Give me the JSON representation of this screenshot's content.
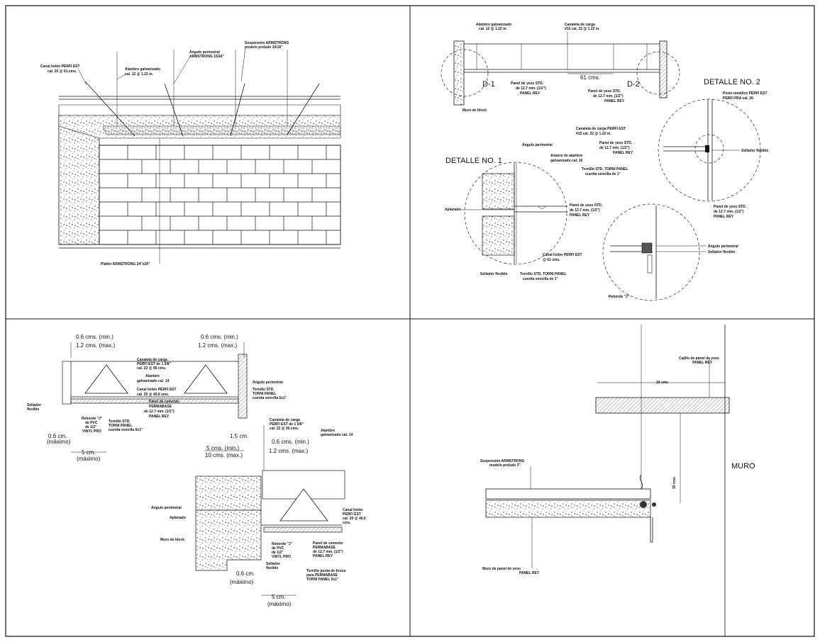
{
  "panel1": {
    "labels": {
      "canal": "Canal listón PERFI EST",
      "canal2": "cal. 20 @ 61 cms.",
      "alambre": "Alambre galvanizado",
      "alambre2": "cal. 12 @ 1.22 m.",
      "angulo": "Ángulo perimetral",
      "angulo2": "ARMSTRONG 15/16\"",
      "suspension": "Suspensión ARMSTRONG",
      "suspension2": "modelo prelude 15/16\"",
      "plafon": "Plafón ARMSTRONG 24\"x24\""
    }
  },
  "panel2": {
    "labels": {
      "alambre": "Alambre galvanizado",
      "alambre2": "cal. 12 @ 1.22 m.",
      "canaleta": "Canaleta de carga",
      "canaleta2": "#15 cal. 22 @ 1.22 m.",
      "d1": "D-1",
      "d2": "D-2",
      "dim61": "61 cms.",
      "panelyeso": "Panel de yeso STD.",
      "panelyeso2": "de 12.7 mm. (1/2\")",
      "panelyeso3": "PANEL REY",
      "panelyeso4": "Panel de yeso STD.",
      "panelyeso5": "de 12.7 mm. (1/2\")",
      "panelyeso6": "PANEL REY",
      "muro": "Muro de block",
      "detalle2": "DETALLE NO. 2",
      "detalle1": "DETALLE NO. 1",
      "poste": "Poste metálico PERFI EST",
      "poste2": "PERFI FRA cal. 26",
      "canaleta3": "Canaleta de carga PERFI EST",
      "canaleta4": "#15 cal. 22 @ 1.22 m.",
      "panel7": "Panel de yeso STD.",
      "panel8": "de 12.7 mm. (1/2\")",
      "panel9": "PANEL REY",
      "sellador": "Sellador flexible",
      "tornillo": "Tornillo STD. TORNI PANEL",
      "tornillo2": "cuerda sencilla de 1\"",
      "angulo": "Ángulo perimetral",
      "amarre": "Amarre de alambre",
      "amarre2": "galvanizado cal. 16",
      "aplanado": "Aplanado",
      "panel10": "Panel de yeso STD.",
      "panel11": "de 12.7 mm. (1/2\")",
      "panel12": "PANEL REY",
      "canalliston": "Canal listón PERFI EST",
      "canalliston2": "@ 61 cms.",
      "sellador2": "Sellador flexible",
      "tornillo3": "Tornillo STD. TORNI PANEL",
      "tornillo4": "cuerda sencilla de 1\"",
      "panel13": "Panel de yeso STD.",
      "panel14": "de 12.7 mm. (1/2\")",
      "panel15": "PANEL REY",
      "angulo2": "Ángulo perimetral",
      "sellador3": "Sellador flexible",
      "reborde": "Reborde \"J\""
    }
  },
  "panel3": {
    "dims": {
      "min1": "0.6 cms. (min.)",
      "max1": "1.2 cms. (max.)",
      "min2": "0.6 cms. (min.)",
      "max2": "1.2 cms. (max.)",
      "d06": "0.6 cm.",
      "maximo1": "(máximo)",
      "d5": "5 cm.",
      "maximo2": "(máximo)",
      "d15": "1.5 cm.",
      "d5b": "5 cms. (min.)",
      "d10": "10 cms. (max.)",
      "min3": "0.6 cms. (min.)",
      "max3": "1.2 cms. (max.)",
      "d06b": "0.6 cm.",
      "maximo3": "(máximo)",
      "d5c": "5 cm.",
      "maximo4": "(máximo)"
    },
    "labels": {
      "canaleta": "Canaleta de carga",
      "canaleta2": "PERFI EST de 1 5/8\"",
      "canaleta3": "cal. 22 @ 90 cms.",
      "alambre": "Alambre",
      "alambre2": "galvanizado cal. 14",
      "canal": "Canal listón PERFI EST",
      "canal2": "cal. 20 @ 40.6 cms.",
      "panelcem": "Panel de cemento",
      "panelcem2": "PERMABASE",
      "panelcem3": "de 12.7 mm. (1/2\")",
      "panelcem4": "PANEL REY",
      "angulo": "Ángulo perimetral",
      "tornillo": "Tornillo STD.",
      "tornillo2": "TORNI PANEL",
      "tornillo3": "cuerda sencilla 6x1\"",
      "sellador": "Sellador",
      "sellador2": "flexible",
      "reborde": "Reborde \"J\"",
      "reborde2": "de PVC",
      "reborde3": "de 1/2\"",
      "reborde4": "VINYL PRO",
      "tornillo4": "Tornillo STD.",
      "tornillo5": "TORNI PANEL",
      "tornillo6": "cuerda sencilla 6x1\"",
      "canaleta4": "Canaleta de carga",
      "canaleta5": "PERFI EST de 1 5/8\"",
      "canaleta6": "cal. 22 @ 90 cms.",
      "alambre3": "Alambre",
      "alambre4": "galvanizado cal. 14",
      "angulo2": "Ángulo perimetral",
      "aplanado": "Aplanado",
      "muro": "Muro de block",
      "canal3": "Canal listón",
      "canal4": "PERFI EST",
      "canal5": "cal. 20 @ 40.6",
      "canal6": "cms.",
      "panelcem5": "Panel de cemento",
      "panelcem6": "PERMABASE",
      "panelcem7": "de 12.7 mm. (1/2\")",
      "panelcem8": "PANEL REY",
      "reborde5": "Reborde \"J\"",
      "reborde6": "de PVC",
      "reborde7": "de 1/2\"",
      "reborde8": "VINYL PRO",
      "sellador3": "Sellador",
      "sellador4": "flexible",
      "tornillo7": "Tornillo punta de broca",
      "tornillo8": "para PERMABASE",
      "tornillo9": "TORNI PANEL 6x1\""
    }
  },
  "panel4": {
    "labels": {
      "cajillo": "Cajillo de panel de yeso",
      "cajillo2": "PANEL REY",
      "dim16": "16 cms",
      "suspension": "Suspensión ARMSTRONG",
      "suspension2": "modelo prelude 3\"",
      "muro": "MURO",
      "dim30": "30 cms",
      "murop": "Muro de panel de yeso",
      "murop2": "PANEL REY"
    }
  }
}
